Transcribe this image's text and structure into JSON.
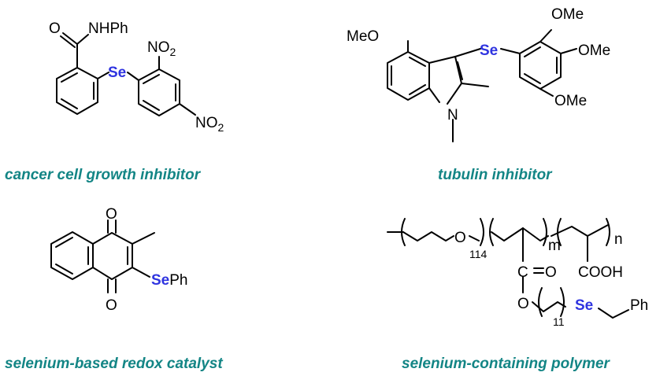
{
  "colors": {
    "caption": "#138585",
    "selenium": "#2f34e0",
    "bond": "#000000"
  },
  "captions": {
    "c1": "cancer cell growth inhibitor",
    "c2": "tubulin inhibitor",
    "c3": "selenium-based redox catalyst",
    "c4": "selenium-containing polymer"
  },
  "m1": {
    "o": "O",
    "nhph": "NHPh",
    "se": "Se",
    "no2a": "NO",
    "no2a_sub": "2",
    "no2b": "NO",
    "no2b_sub": "2"
  },
  "m2": {
    "meo": "MeO",
    "se": "Se",
    "n": "N",
    "ome1": "OMe",
    "ome2": "OMe",
    "ome3": "OMe"
  },
  "m3": {
    "o1": "O",
    "o2": "O",
    "se": "Se",
    "ph": "Ph"
  },
  "m4": {
    "o1": "O",
    "sub114": "114",
    "m": "m",
    "n": "n",
    "c": "C",
    "eq": "=",
    "o2": "O",
    "cooh": "COOH",
    "o3": "O",
    "sub11": "11",
    "se": "Se",
    "ph": "Ph"
  }
}
